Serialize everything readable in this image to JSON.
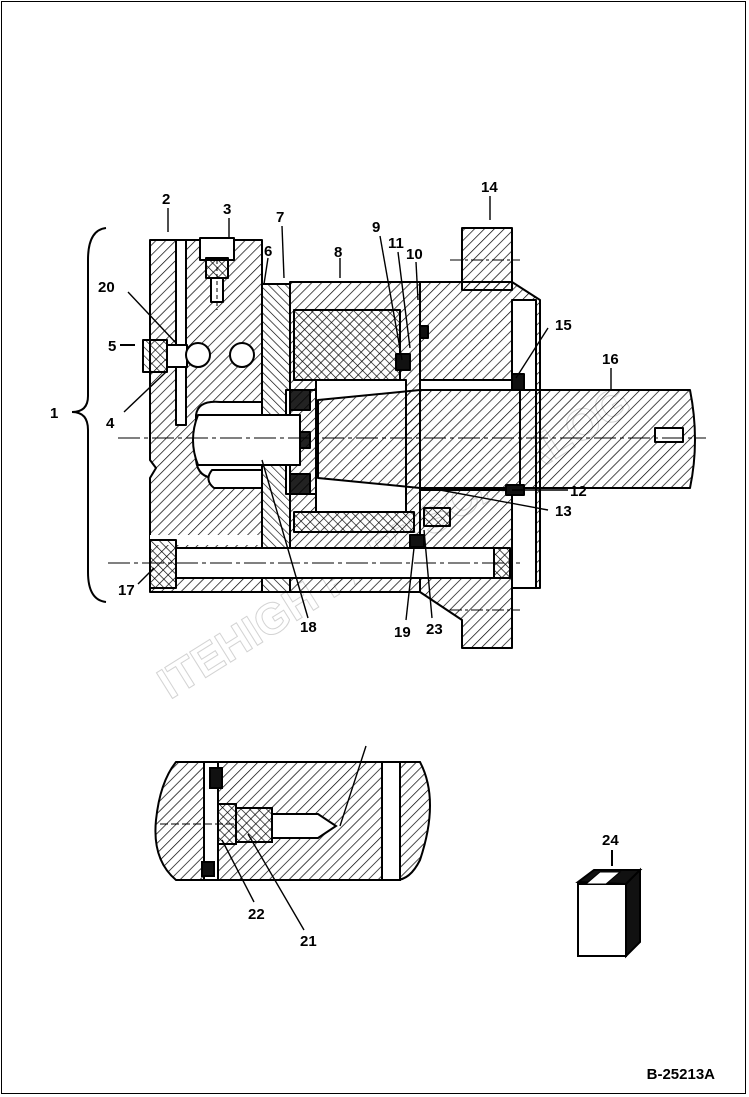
{
  "figure": {
    "drawing_number": "B-25213A",
    "callouts": [
      "1",
      "2",
      "3",
      "4",
      "5",
      "6",
      "7",
      "8",
      "9",
      "10",
      "11",
      "12",
      "13",
      "14",
      "15",
      "16",
      "17",
      "18",
      "19",
      "20",
      "21",
      "22",
      "23",
      "24"
    ]
  },
  "colors": {
    "ink": "#000000",
    "background": "#ffffff",
    "watermark": "#cfcfcf"
  }
}
